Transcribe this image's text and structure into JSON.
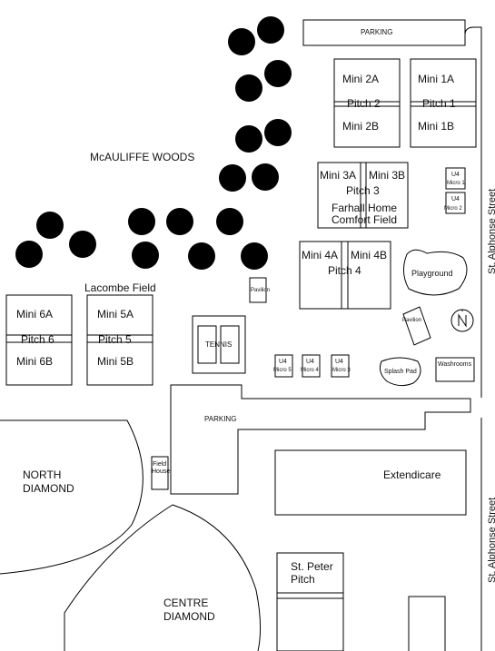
{
  "labels": {
    "parking_top": "PARKING",
    "parking_mid": "PARKING",
    "street_upper": "St. Alphonse Street",
    "street_lower": "St. Alphonse Street",
    "woods": "McAULIFFE WOODS",
    "lacombe": "Lacombe Field",
    "mini_2a": "Mini 2A",
    "pitch_2": "Pitch 2",
    "mini_2b": "Mini 2B",
    "mini_1a": "Mini 1A",
    "pitch_1": "Pitch 1",
    "mini_1b": "Mini 1B",
    "mini_3a": "Mini 3A",
    "mini_3b": "Mini 3B",
    "pitch_3": "Pitch 3",
    "farhall_1": "Farhall Home",
    "farhall_2": "Comfort Field",
    "u4_a": "U4",
    "micro_1": "Micro 1",
    "u4_b": "U4",
    "micro_2": "Micro 2",
    "mini_4a": "Mini 4A",
    "mini_4b": "Mini 4B",
    "pitch_4": "Pitch 4",
    "playground": "Playground",
    "pavilion_a": "Pavilion",
    "pavilion_b": "Pavilion",
    "mini_6a": "Mini 6A",
    "pitch_6": "Pitch 6",
    "mini_6b": "Mini 6B",
    "mini_5a": "Mini 5A",
    "pitch_5": "Pitch 5",
    "mini_5b": "Mini 5B",
    "tennis": "TENNIS",
    "u4_c": "U4",
    "micro_5": "Micro 5",
    "u4_d": "U4",
    "micro_4": "Micro 4",
    "u4_e": "U4",
    "micro_3": "Micro 3",
    "splash_pad": "Splash Pad",
    "washrooms": "Washrooms",
    "north_compass": "N",
    "north_diamond_1": "NORTH",
    "north_diamond_2": "DIAMOND",
    "field_house_1": "Field",
    "field_house_2": "House",
    "extendicare": "Extendicare",
    "st_peter_1": "St. Peter",
    "st_peter_2": "Pitch",
    "centre_diamond_1": "CENTRE",
    "centre_diamond_2": "DIAMOND"
  },
  "icons": {
    "tree": "tree-canopy-icon",
    "compass": "north-arrow-icon"
  },
  "colors": {
    "line": "#000000",
    "background": "#ffffff"
  }
}
